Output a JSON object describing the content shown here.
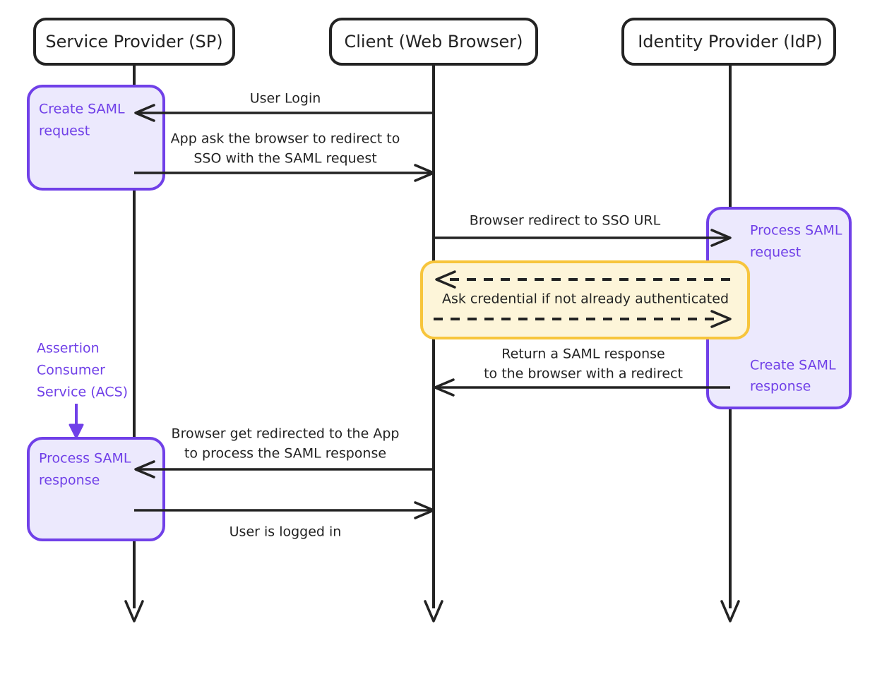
{
  "diagram": {
    "title": "SAML SSO sequence diagram",
    "type": "sequence-diagram",
    "colors": {
      "background": "#ffffff",
      "actor_border": "#232323",
      "actor_text": "#232323",
      "lifeline": "#232323",
      "note_fill": "#ece9fd",
      "note_border": "#7040e8",
      "note_text": "#7040e8",
      "loop_fill": "#fdf5d9",
      "loop_border": "#f7c53c",
      "message_line": "#232323",
      "message_text": "#232323"
    },
    "actors": [
      {
        "id": "sp",
        "label": "Service Provider (SP)"
      },
      {
        "id": "client",
        "label": "Client (Web Browser)"
      },
      {
        "id": "idp",
        "label": "Identity Provider (IdP)"
      }
    ],
    "notes": [
      {
        "id": "note-create-saml-request",
        "lines": [
          "Create SAML",
          "request"
        ],
        "actor": "sp"
      },
      {
        "id": "note-process-saml-request",
        "lines": [
          "Process SAML",
          "request"
        ],
        "actor": "idp"
      },
      {
        "id": "note-create-saml-response",
        "lines": [
          "Create SAML",
          "response"
        ],
        "actor": "idp"
      },
      {
        "id": "note-process-saml-response",
        "lines": [
          "Process SAML",
          "response"
        ],
        "actor": "sp"
      }
    ],
    "annotations": [
      {
        "id": "acs-annotation",
        "lines": [
          "Assertion",
          "Consumer",
          "Service (ACS)"
        ],
        "points_to": "note-process-saml-response"
      }
    ],
    "loop_block": {
      "id": "ask-credential-loop",
      "label": "Ask credential if not already authenticated",
      "between": [
        "client",
        "idp"
      ]
    },
    "messages": [
      {
        "id": "msg-user-login",
        "lines": [
          "User Login"
        ],
        "from": "client",
        "to": "sp",
        "direction": "right-to-left",
        "style": "solid",
        "label_position": "above"
      },
      {
        "id": "msg-app-ask-redirect",
        "lines": [
          "App ask the browser to redirect to",
          "SSO with the SAML request"
        ],
        "from": "sp",
        "to": "client",
        "direction": "left-to-right",
        "style": "solid",
        "label_position": "above"
      },
      {
        "id": "msg-browser-redirect-sso",
        "lines": [
          "Browser redirect to SSO URL"
        ],
        "from": "client",
        "to": "idp",
        "direction": "left-to-right",
        "style": "solid",
        "label_position": "above"
      },
      {
        "id": "msg-ask-credential-request",
        "lines": [],
        "from": "idp",
        "to": "client",
        "direction": "right-to-left",
        "style": "dashed",
        "label_position": "none"
      },
      {
        "id": "msg-ask-credential-reply",
        "lines": [],
        "from": "client",
        "to": "idp",
        "direction": "left-to-right",
        "style": "dashed",
        "label_position": "none"
      },
      {
        "id": "msg-return-saml-response",
        "lines": [
          "Return a SAML response",
          "to the browser with a redirect"
        ],
        "from": "idp",
        "to": "client",
        "direction": "right-to-left",
        "style": "solid",
        "label_position": "above"
      },
      {
        "id": "msg-browser-redirected-app",
        "lines": [
          "Browser get redirected to the App",
          "to process the SAML response"
        ],
        "from": "client",
        "to": "sp",
        "direction": "right-to-left",
        "style": "solid",
        "label_position": "above"
      },
      {
        "id": "msg-user-logged-in",
        "lines": [
          "User is logged in"
        ],
        "from": "sp",
        "to": "client",
        "direction": "left-to-right",
        "style": "solid",
        "label_position": "below"
      }
    ]
  }
}
